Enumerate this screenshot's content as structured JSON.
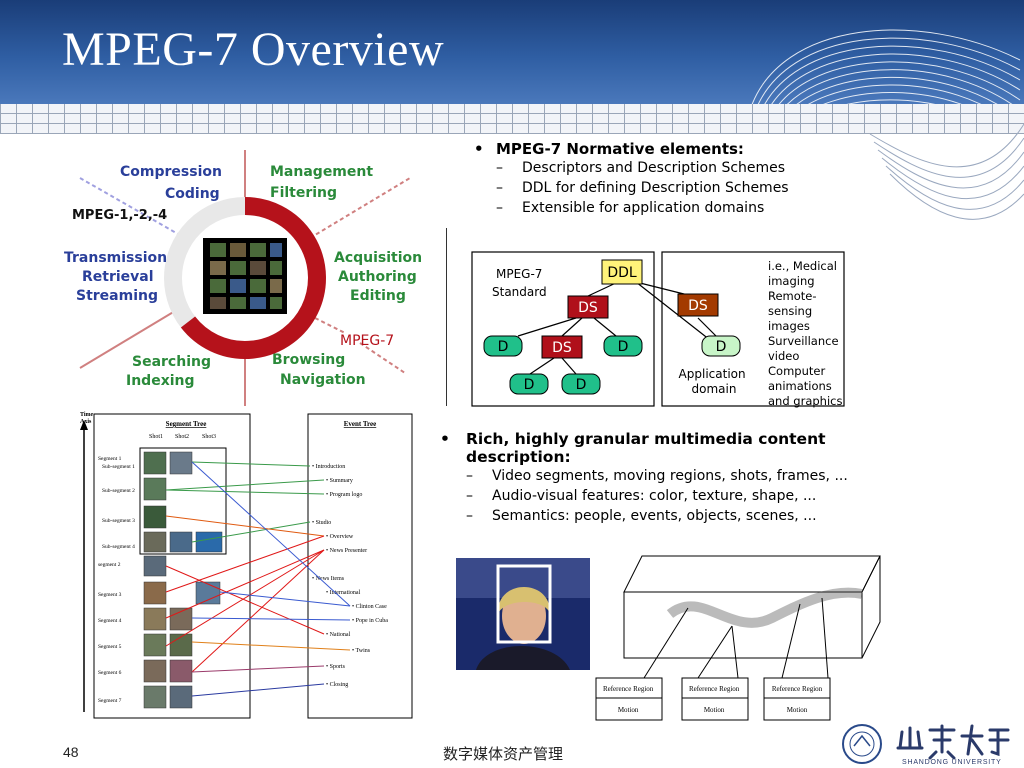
{
  "slide": {
    "title": "MPEG-7 Overview",
    "page_number": "48",
    "footer_text": "数字媒体资产管理",
    "logo_text": "SHANDONG UNIVERSITY"
  },
  "ring": {
    "left_top": [
      "Compression",
      "Coding"
    ],
    "mpeg124": "MPEG-1,-2,-4",
    "left_mid": [
      "Transmission",
      "Retrieval",
      "Streaming"
    ],
    "left_bottom": [
      "Searching",
      "Indexing"
    ],
    "right_top": [
      "Management",
      "Filtering"
    ],
    "right_mid": [
      "Acquisition",
      "Authoring",
      "Editing"
    ],
    "mpeg7": "MPEG-7",
    "right_bottom": [
      "Browsing",
      "Navigation"
    ]
  },
  "normative": {
    "heading": "MPEG-7 Normative elements:",
    "items": [
      "Descriptors and Description Schemes",
      "DDL for defining Description Schemes",
      "Extensible for application domains"
    ]
  },
  "ds_diagram": {
    "standard_label": [
      "MPEG-7",
      "Standard"
    ],
    "ddl": "DDL",
    "ds": "DS",
    "d": "D",
    "app_domain": [
      "Application",
      "domain"
    ],
    "examples": [
      "i.e., Medical",
      "imaging",
      "Remote-",
      "sensing",
      "images",
      "Surveillance",
      "video",
      "Computer",
      "animations",
      "and graphics"
    ]
  },
  "rich": {
    "heading": [
      "Rich, highly granular multimedia content",
      "description:"
    ],
    "items": [
      "Video segments, moving regions, shots, frames, ...",
      "Audio-visual features: color, texture, shape, ...",
      "Semantics: people, events, objects, scenes, ..."
    ]
  },
  "tree": {
    "time_axis": [
      "Time",
      "Axis"
    ],
    "segment_tree": "Segment Tree",
    "event_tree": "Event Tree",
    "shots": [
      "Shot1",
      "Shot2",
      "Shot3"
    ],
    "segments": [
      "Segment 1",
      "Sub-segment 1",
      "Sub-segment 2",
      "Sub-segment 3",
      "Sub-segment 4",
      "segment 2",
      "Segment 3",
      "Segment 4",
      "Segment 5",
      "Segment 6",
      "Segment 7"
    ],
    "events": [
      "• Introduction",
      "• Summary",
      "• Program logo",
      "• Studio",
      "• Overview",
      "• News Presenter",
      "• News Items",
      "• International",
      "• Clinton Case",
      "• Pope in Cuba",
      "• National",
      "• Twins",
      "• Sports",
      "• Closing"
    ]
  },
  "regions": {
    "reference": "Reference Region",
    "motion": "Motion"
  },
  "colors": {
    "ring_red": "#b5121b",
    "ring_text_blue": "#2a3f9a",
    "ring_text_green": "#2a8a3a",
    "ds_red": "#b0101a",
    "ds_orange": "#a33a00",
    "d_green": "#20c08a",
    "ddl_yellow": "#fff37a",
    "d_light": "#c8f5c8"
  }
}
